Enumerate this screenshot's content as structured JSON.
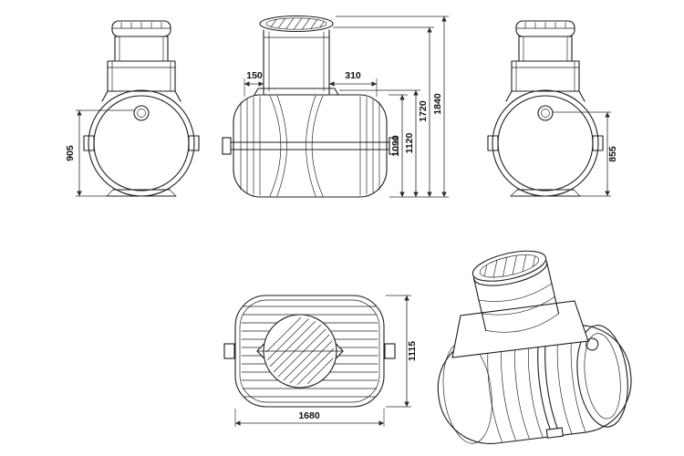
{
  "colors": {
    "background": "#ffffff",
    "line": "#1c1c1c"
  },
  "dimensions": {
    "left_view_inlet_height": "905",
    "neck_offset_left": "150",
    "neck_offset_right": "310",
    "body_height": "1090",
    "body_rib_height": "1120",
    "neck_top_height": "1720",
    "overall_height": "1840",
    "right_view_inlet_height": "855",
    "tank_length": "1680",
    "tank_width": "1115"
  }
}
